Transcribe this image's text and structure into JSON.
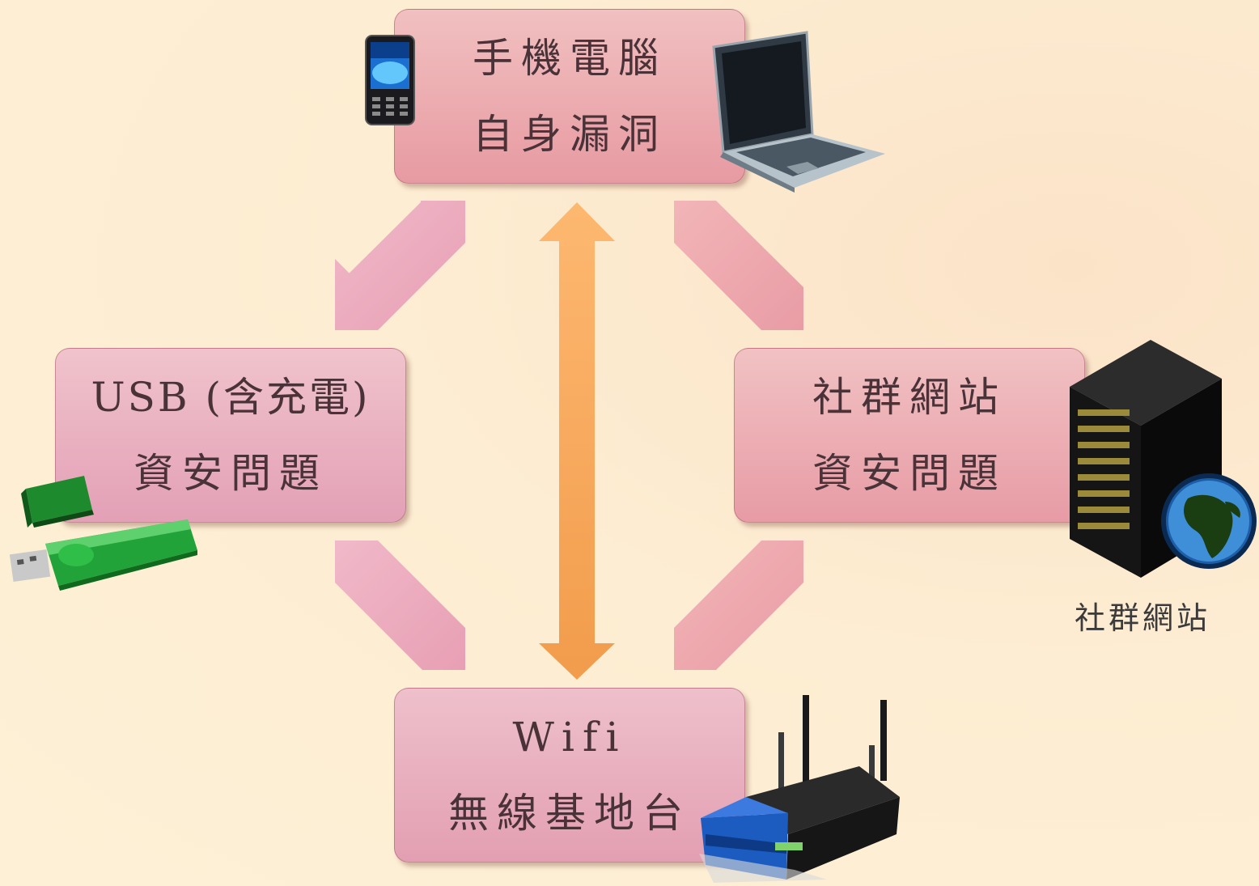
{
  "nodes": {
    "top": {
      "line1": "手機電腦",
      "line2": "自身漏洞"
    },
    "left": {
      "line1": "USB (含充電)",
      "line2": "資安問題"
    },
    "right": {
      "line1": "社群網站",
      "line2": "資安問題"
    },
    "bottom": {
      "line1": "Wifi",
      "line2": "無線基地台"
    }
  },
  "captions": {
    "server": "社群網站"
  },
  "icons": [
    "mobile-phone-icon",
    "laptop-icon",
    "usb-drive-icon",
    "server-globe-icon",
    "wifi-router-icon"
  ],
  "colors": {
    "background": "#fdedd2",
    "node_fill": "#e9a6ae",
    "arrow_pink": "#eba3b4",
    "arrow_orange": "#f5a55a"
  }
}
